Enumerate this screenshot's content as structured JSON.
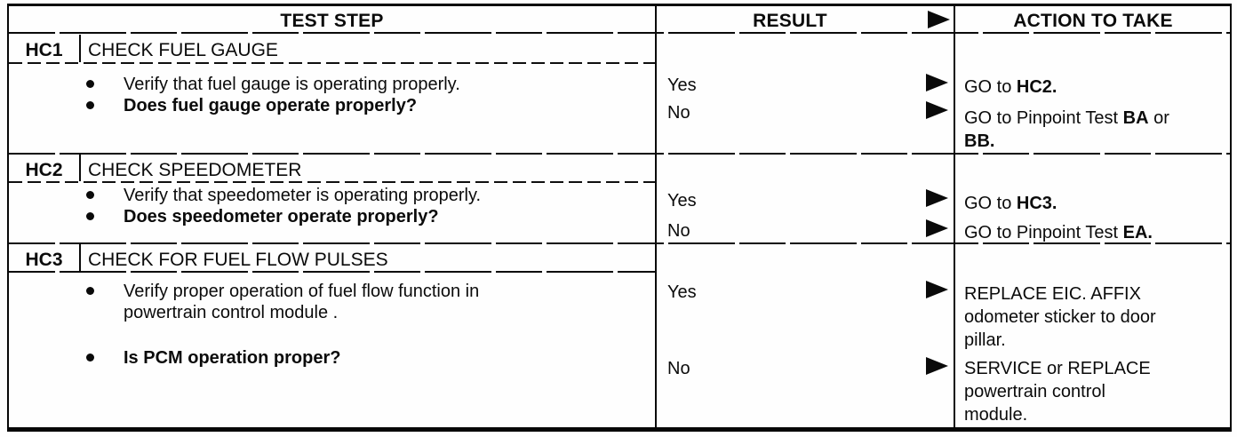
{
  "table": {
    "headers": {
      "test_step": "TEST STEP",
      "result": "RESULT",
      "action": "ACTION TO TAKE"
    },
    "steps": [
      {
        "code": "HC1",
        "title": "CHECK FUEL GAUGE",
        "bullets": [
          {
            "bold": false,
            "lines": [
              "Verify that fuel gauge is operating properly."
            ]
          },
          {
            "bold": true,
            "lines": [
              "Does fuel gauge operate properly?"
            ]
          }
        ],
        "results": [
          {
            "label": "Yes",
            "action_lines": [
              [
                {
                  "t": "GO to "
                },
                {
                  "t": "HC2.",
                  "b": true
                }
              ]
            ]
          },
          {
            "label": "No",
            "action_lines": [
              [
                {
                  "t": "GO to Pinpoint Test "
                },
                {
                  "t": "BA",
                  "b": true
                },
                {
                  "t": " or"
                }
              ],
              [
                {
                  "t": "BB.",
                  "b": true
                }
              ]
            ]
          }
        ]
      },
      {
        "code": "HC2",
        "title": "CHECK SPEEDOMETER",
        "bullets": [
          {
            "bold": false,
            "lines": [
              "Verify that speedometer is operating properly."
            ]
          },
          {
            "bold": true,
            "lines": [
              "Does speedometer operate properly?"
            ]
          }
        ],
        "results": [
          {
            "label": "Yes",
            "action_lines": [
              [
                {
                  "t": "GO to "
                },
                {
                  "t": "HC3.",
                  "b": true
                }
              ]
            ]
          },
          {
            "label": "No",
            "action_lines": [
              [
                {
                  "t": "GO to Pinpoint Test "
                },
                {
                  "t": "EA.",
                  "b": true
                }
              ]
            ]
          }
        ]
      },
      {
        "code": "HC3",
        "title": "CHECK FOR FUEL FLOW PULSES",
        "bullets": [
          {
            "bold": false,
            "lines": [
              "Verify proper operation of fuel flow function in",
              "powertrain control module ."
            ]
          },
          {
            "bold": true,
            "lines": [
              "Is PCM operation proper?"
            ]
          }
        ],
        "results": [
          {
            "label": "Yes",
            "action_lines": [
              [
                {
                  "t": "REPLACE EIC. AFFIX"
                }
              ],
              [
                {
                  "t": "odometer sticker to door"
                }
              ],
              [
                {
                  "t": "pillar."
                }
              ]
            ]
          },
          {
            "label": "No",
            "action_lines": [
              [
                {
                  "t": "SERVICE or REPLACE"
                }
              ],
              [
                {
                  "t": "powertrain control"
                }
              ],
              [
                {
                  "t": "module."
                }
              ]
            ]
          }
        ]
      }
    ],
    "colors": {
      "ink": "#0a0a0a",
      "paper": "#fefefe"
    }
  }
}
